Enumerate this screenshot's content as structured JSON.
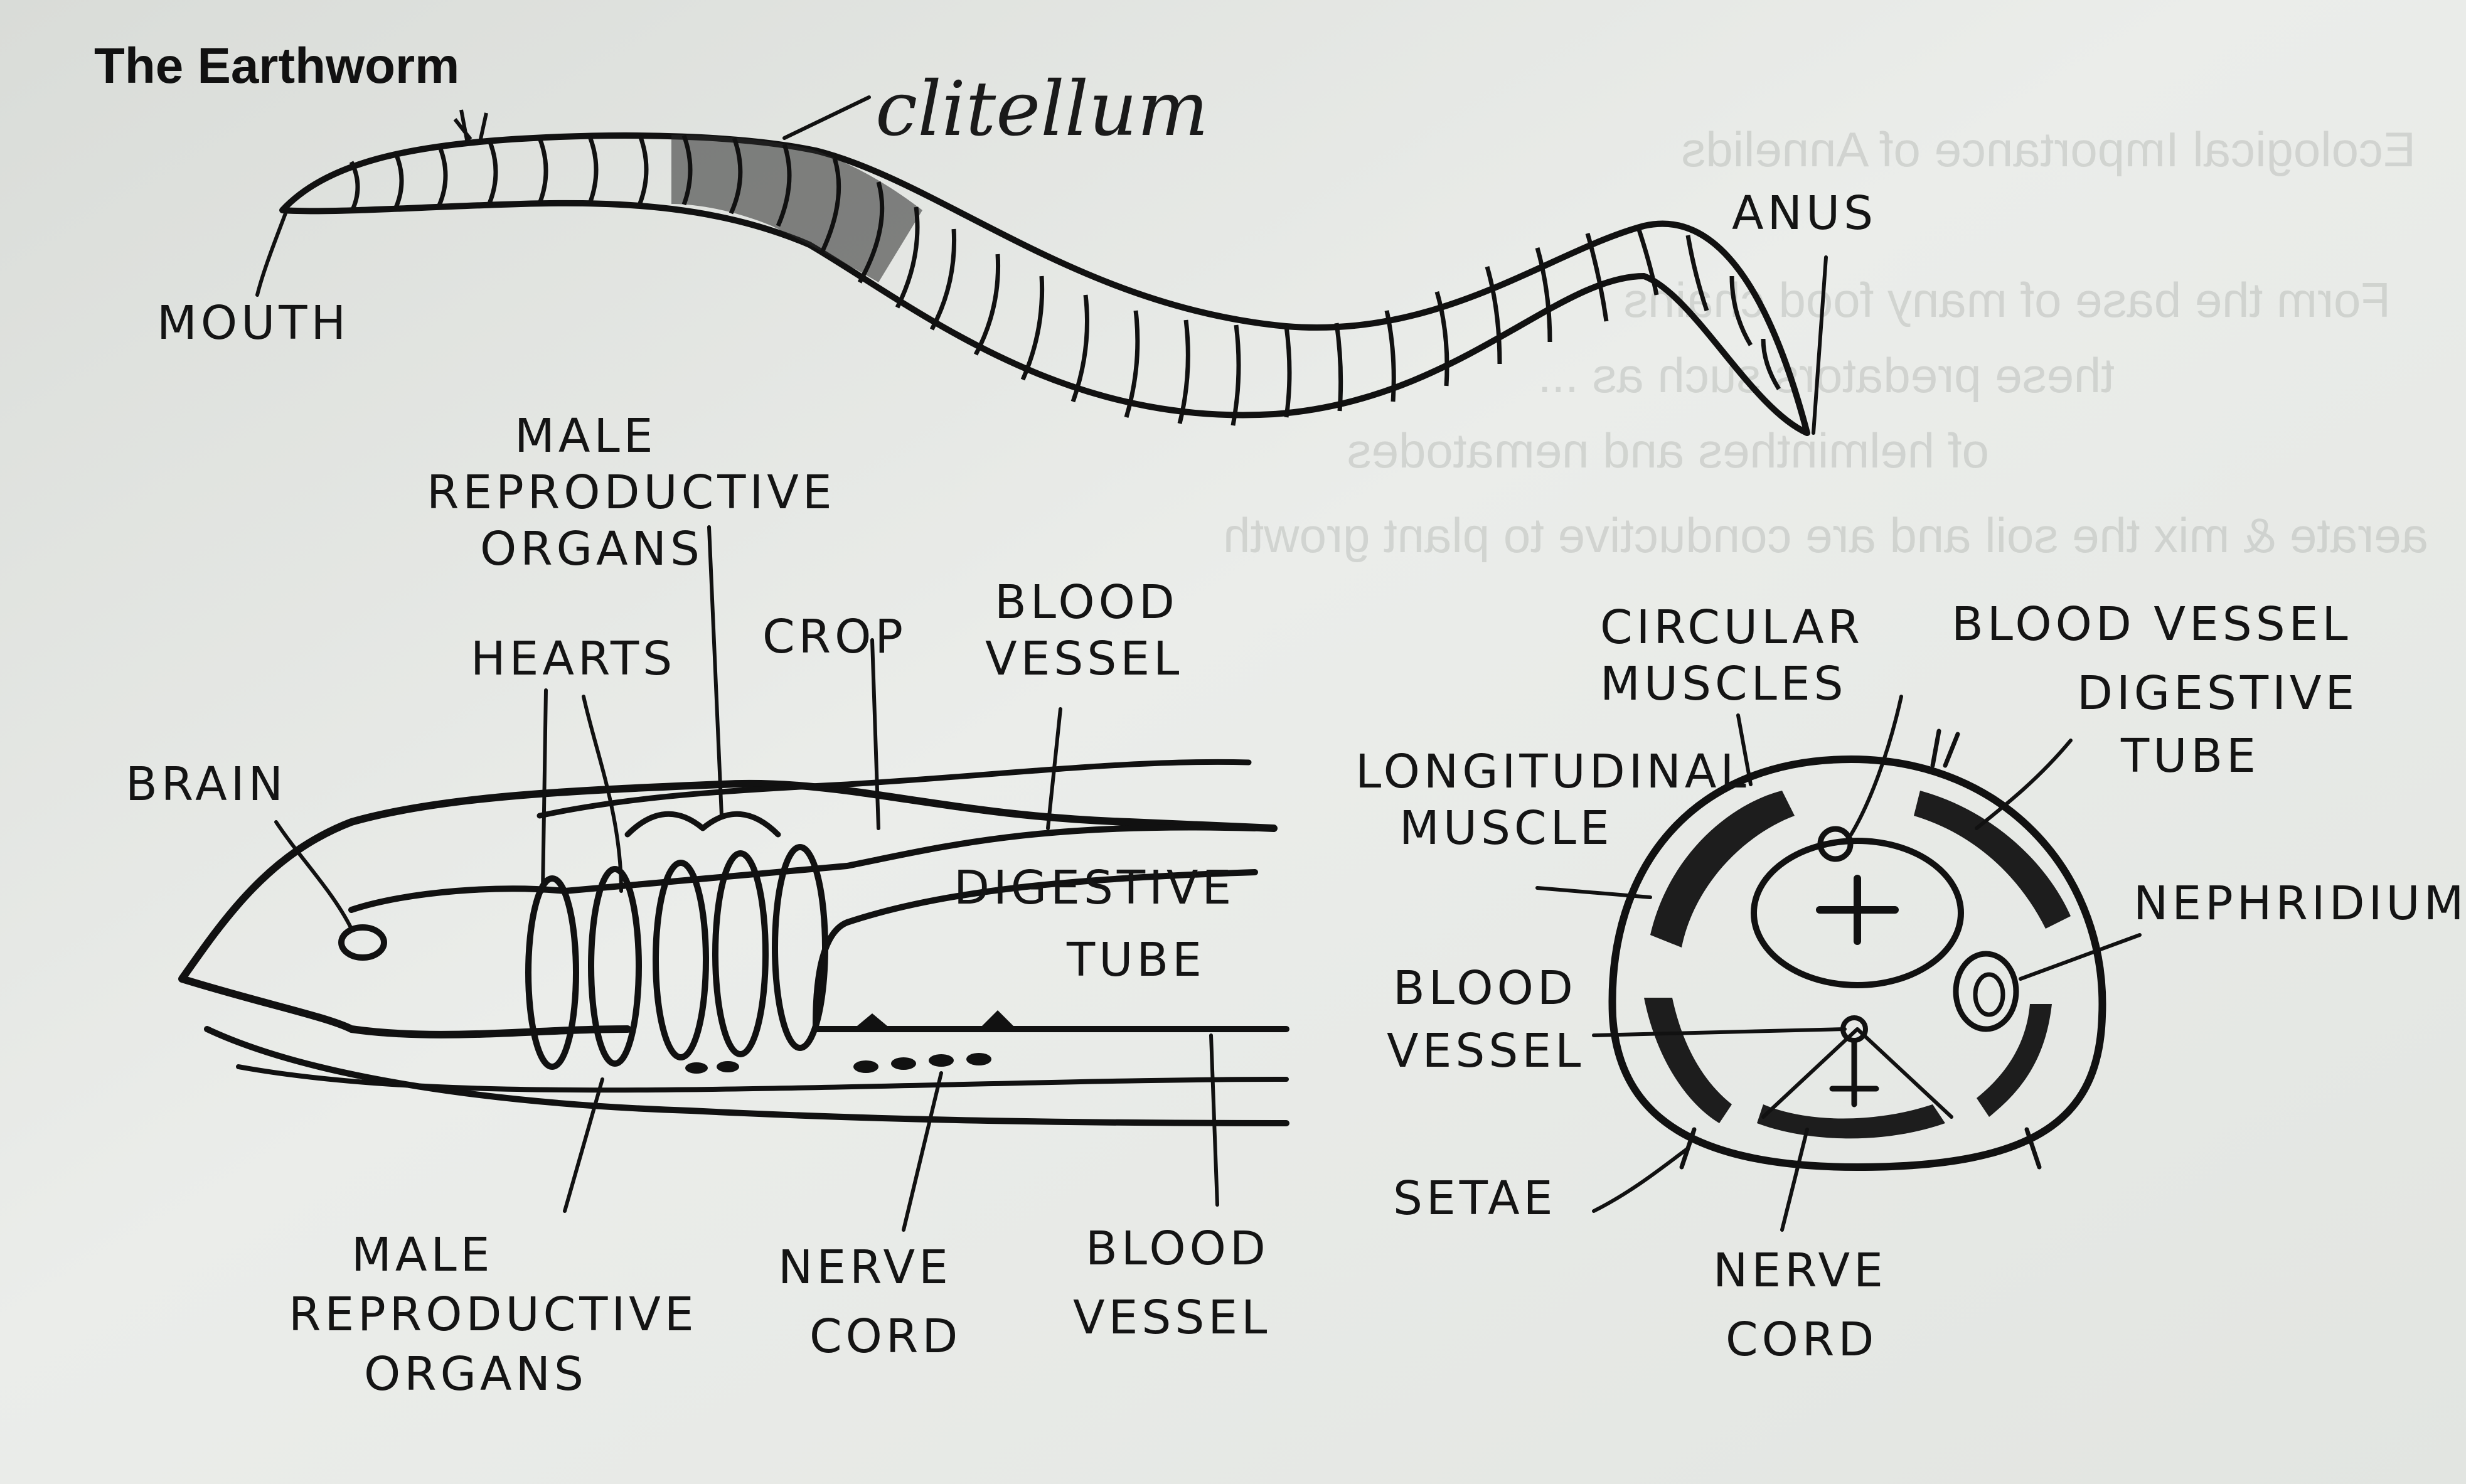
{
  "title": "The Earthworm",
  "external_view": {
    "labels": {
      "clitellum": "clitellum",
      "mouth": "MOUTH",
      "anus": "ANUS"
    }
  },
  "longitudinal_section": {
    "labels": {
      "male_reproductive_organs_top": [
        "MALE",
        "REPRODUCTIVE",
        "ORGANS"
      ],
      "hearts": "HEARTS",
      "crop": "CROP",
      "blood_vessel_top": [
        "BLOOD",
        "VESSEL"
      ],
      "brain": "BRAIN",
      "digestive_tube": [
        "DIGESTIVE",
        "TUBE"
      ],
      "male_reproductive_organs_bottom": [
        "MALE",
        "REPRODUCTIVE",
        "ORGANS"
      ],
      "nerve_cord": [
        "NERVE",
        "CORD"
      ],
      "blood_vessel_bottom": [
        "BLOOD",
        "VESSEL"
      ]
    }
  },
  "cross_section": {
    "labels": {
      "circular_muscles": [
        "CIRCULAR",
        "MUSCLES"
      ],
      "blood_vessel_top": "BLOOD VESSEL",
      "digestive_tube": [
        "DIGESTIVE",
        "TUBE"
      ],
      "longitudinal_muscle": [
        "LONGITUDINAL",
        "MUSCLE"
      ],
      "nephridium": "NEPHRIDIUM",
      "blood_vessel_left": [
        "BLOOD",
        "VESSEL"
      ],
      "setae": "SETAE",
      "nerve_cord": [
        "NERVE",
        "CORD"
      ]
    }
  },
  "background_bleed": [
    "Ecological Importance of Annelids",
    "Form the base of many food chains",
    "these predators such as ...",
    "of helminthes and nematodes",
    "aerate & mix the soil and are conductive to plant growth"
  ]
}
